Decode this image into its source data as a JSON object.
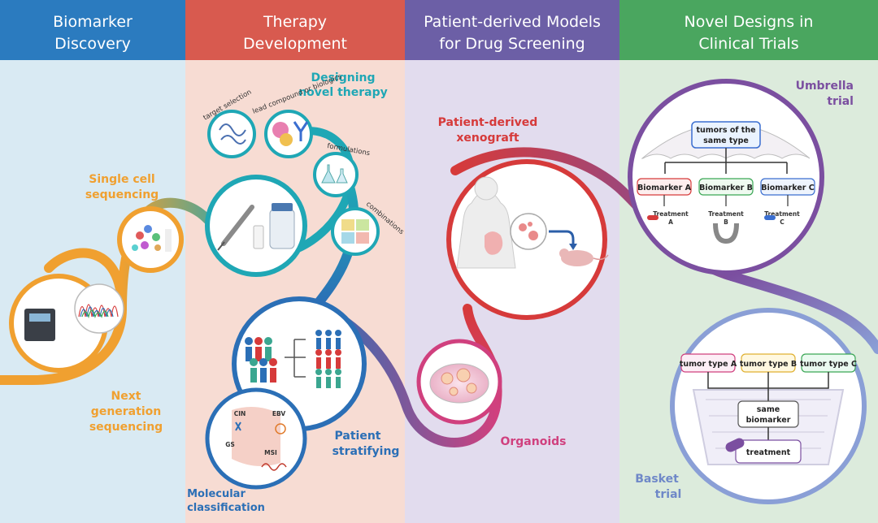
{
  "headers": [
    {
      "line1": "Biomarker",
      "line2": "Discovery",
      "color": "#2b7bbf"
    },
    {
      "line1": "Therapy",
      "line2": "Development",
      "color": "#d85a4f"
    },
    {
      "line1": "Patient-derived Models",
      "line2": "for Drug Screening",
      "color": "#6c5fa6"
    },
    {
      "line1": "Novel Designs in",
      "line2": "Clinical Trials",
      "color": "#4aa65f"
    }
  ],
  "labels": {
    "single_cell": [
      "Single cell",
      "sequencing"
    ],
    "ngs": [
      "Next",
      "generation",
      "sequencing"
    ],
    "designing": [
      "Designing",
      "novel therapy"
    ],
    "stratifying": [
      "Patient",
      "stratifying"
    ],
    "molecular": [
      "Molecular",
      "classification"
    ],
    "xenograft": [
      "Patient-derived",
      "xenograft"
    ],
    "organoids": "Organoids",
    "umbrella": [
      "Umbrella",
      "trial"
    ],
    "basket": [
      "Basket",
      "trial"
    ]
  },
  "therapy_tags": [
    "target selection",
    "lead compound or biologics",
    "formulations",
    "combinations"
  ],
  "molecular_subtypes": [
    "CIN",
    "EBV",
    "GS",
    "MSI"
  ],
  "umbrella_trial": {
    "top": [
      "tumors of the",
      "same type"
    ],
    "biomarkers": [
      "Biomarker A",
      "Biomarker B",
      "Biomarker C"
    ],
    "treatments": [
      [
        "Treatment",
        "A"
      ],
      [
        "Treatment",
        "B"
      ],
      [
        "Treatment",
        "C"
      ]
    ]
  },
  "basket_trial": {
    "tumor_types": [
      "tumor type A",
      "tumor type B",
      "tumor type C"
    ],
    "middle": [
      "same",
      "biomarker"
    ],
    "bottom": "treatment"
  },
  "colors": {
    "orange": "#f0a030",
    "teal": "#1fa7b5",
    "blue": "#2b6fb6",
    "red": "#d63a3a",
    "magenta": "#d0407e",
    "purple": "#7b4fa0",
    "periwinkle": "#8a9fd6"
  }
}
